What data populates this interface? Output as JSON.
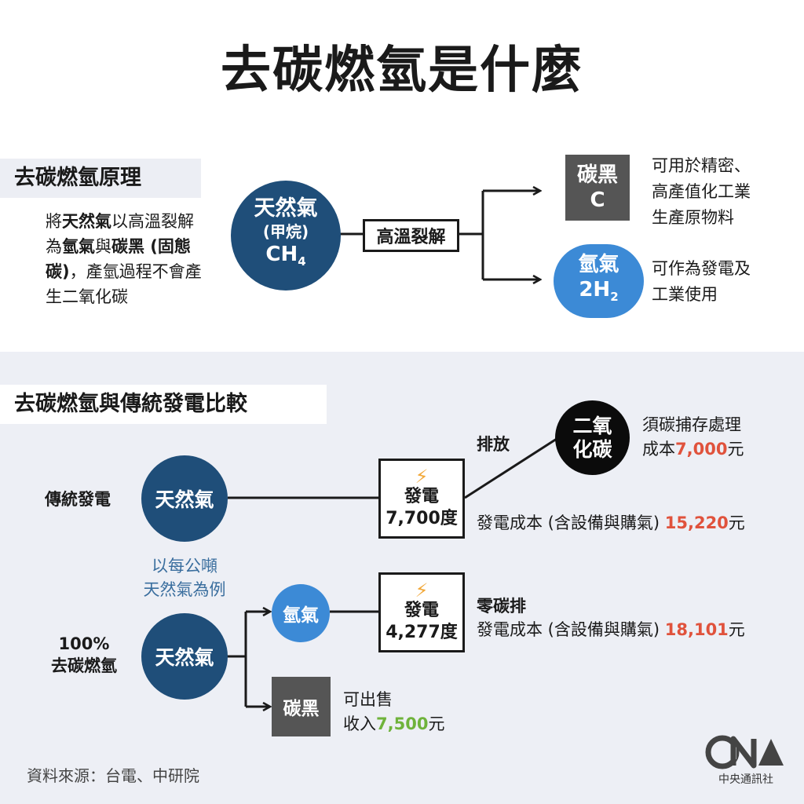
{
  "title": "去碳燃氫是什麼",
  "principle": {
    "label": "去碳燃氫原理",
    "desc": {
      "p1": "將",
      "b1": "天然氣",
      "p2": "以高溫裂解為",
      "b2": "氫氣",
      "p3": "與",
      "b3": "碳黑 (固態碳)",
      "p4": "，產氫過程不會產生二氧化碳"
    },
    "source_circle": {
      "line1": "天然氣",
      "line2": "(甲烷)",
      "line3": "CH",
      "sub": "4"
    },
    "process_box": "高溫裂解",
    "carbon": {
      "line1": "碳黑",
      "line2": "C",
      "note": [
        "可用於精密、",
        "高產值化工業",
        "生產原物料"
      ]
    },
    "hydrogen": {
      "line1": "氫氣",
      "line2": "2H",
      "sub": "2",
      "note": [
        "可作為發電及",
        "工業使用"
      ]
    }
  },
  "comparison": {
    "label": "去碳燃氫與傳統發電比較",
    "basis": [
      "以每公噸",
      "天然氣為例"
    ],
    "traditional": {
      "row_label": "傳統發電",
      "source": "天然氣",
      "output_label": "發電",
      "output_value": "7,700度",
      "emission_label": "排放",
      "co2_line1": "二氧",
      "co2_line2": "化碳",
      "co2_note_line1": "須碳捕存處理",
      "co2_cost_prefix": "成本",
      "co2_cost": "7,000",
      "co2_cost_unit": "元",
      "cost_text": "發電成本 (含設備與購氣) ",
      "cost_value": "15,220",
      "cost_unit": "元"
    },
    "decarb": {
      "row_label_1": "100%",
      "row_label_2": "去碳燃氫",
      "source": "天然氣",
      "hydrogen": "氫氣",
      "carbon": "碳黑",
      "output_label": "發電",
      "output_value": "4,277度",
      "zero": "零碳排",
      "cost_text": "發電成本 (含設備與購氣) ",
      "cost_value": "18,101",
      "cost_unit": "元",
      "sell_line1": "可出售",
      "sell_prefix": "收入",
      "sell_value": "7,500",
      "sell_unit": "元"
    }
  },
  "source_note": "資料來源：台電、中研院",
  "logo": {
    "text": "中央通訊社"
  },
  "colors": {
    "navy": "#1f4e79",
    "blue": "#3c8ad6",
    "red": "#e0523c",
    "green": "#6fb33b",
    "gray": "#555555"
  },
  "icons": [
    "lightning-icon",
    "arrow-right-icon",
    "cna-logo-icon"
  ]
}
